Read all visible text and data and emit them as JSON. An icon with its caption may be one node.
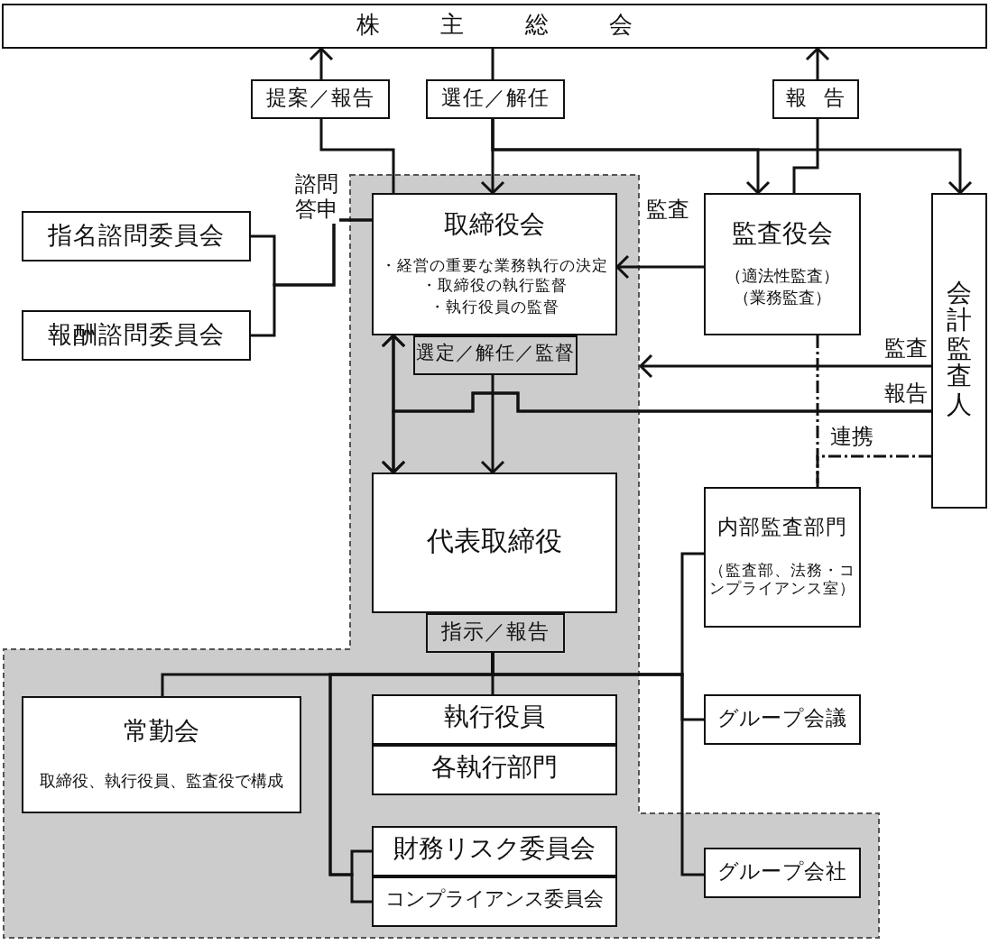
{
  "diagram": {
    "nodes": [
      {
        "text": [
          "株主総会"
        ]
      },
      {
        "text": [
          "提案／報告"
        ]
      },
      {
        "text": [
          "選任／解任"
        ]
      },
      {
        "text": [
          "報告"
        ]
      },
      {
        "text": [
          "指名諮問委員会"
        ]
      },
      {
        "text": [
          "報酬諮問委員会"
        ]
      },
      {
        "text": [
          "取締役会",
          "・経営の重要な業務執行の決定",
          "・取締役の執行監督",
          "・執行役員の監督"
        ]
      },
      {
        "text": [
          "選定／解任／監督"
        ]
      },
      {
        "text": [
          "監査役会",
          "（適法性監査）",
          "（業務監査）"
        ]
      },
      {
        "text": [
          "会計監査人"
        ]
      },
      {
        "text": [
          "代表取締役"
        ]
      },
      {
        "text": [
          "指示／報告"
        ]
      },
      {
        "text": [
          "内部監査部門",
          "（監査部、法務・コンプライアンス室）"
        ]
      },
      {
        "text": [
          "常勤会",
          "取締役、執行役員、監査役で構成"
        ]
      },
      {
        "text": [
          "執行役員"
        ]
      },
      {
        "text": [
          "各執行部門"
        ]
      },
      {
        "text": [
          "財務リスク委員会"
        ]
      },
      {
        "text": [
          "コンプライアンス委員会"
        ]
      },
      {
        "text": [
          "グループ会議"
        ]
      },
      {
        "text": [
          "グループ会社"
        ]
      }
    ],
    "edges": [
      {
        "from": 1,
        "to": 0,
        "arrow": "to"
      },
      {
        "from": 6,
        "to": 1,
        "arrow": "none"
      },
      {
        "from": 0,
        "to": 2,
        "arrow": "none"
      },
      {
        "from": 2,
        "to": 6,
        "arrow": "to"
      },
      {
        "from": 2,
        "to": 8,
        "arrow": "to"
      },
      {
        "from": 2,
        "to": 9,
        "arrow": "to"
      },
      {
        "from": 8,
        "to": 3,
        "arrow": "none"
      },
      {
        "from": 3,
        "to": 0,
        "arrow": "to"
      },
      {
        "from": 4,
        "to": 6,
        "arrow": "none",
        "label": "諮問答申"
      },
      {
        "from": 5,
        "to": 6,
        "arrow": "none"
      },
      {
        "from": 8,
        "to": 6,
        "arrow": "to",
        "label": "監査"
      },
      {
        "from": 9,
        "to": 6,
        "arrow": "to",
        "label": "監査"
      },
      {
        "from": 6,
        "to": 10,
        "arrow": "both"
      },
      {
        "from": 7,
        "to": 10,
        "arrow": "to"
      },
      {
        "from": 9,
        "to": 10,
        "arrow": "to",
        "label": "報告"
      },
      {
        "from": 9,
        "to": 6,
        "arrow": "to"
      },
      {
        "from": 8,
        "to": 12,
        "arrow": "none",
        "style": "dashed"
      },
      {
        "from": 9,
        "to": 12,
        "arrow": "none",
        "style": "dashed",
        "label": "連携"
      },
      {
        "from": 11,
        "to": 13,
        "arrow": "none"
      },
      {
        "from": 11,
        "to": 14,
        "arrow": "none"
      },
      {
        "from": 11,
        "to": 16,
        "arrow": "none"
      },
      {
        "from": 11,
        "to": 17,
        "arrow": "none"
      },
      {
        "from": 11,
        "to": 12,
        "arrow": "none"
      },
      {
        "from": 11,
        "to": 18,
        "arrow": "none"
      },
      {
        "from": 11,
        "to": 19,
        "arrow": "none"
      }
    ]
  }
}
